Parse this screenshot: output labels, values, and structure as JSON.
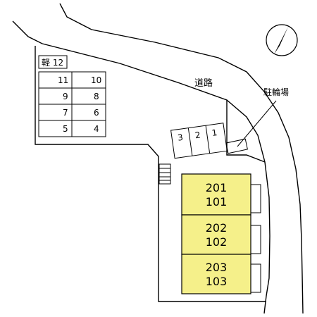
{
  "road_label": "道路",
  "bicycle_parking_label": "駐輪場",
  "compass": {
    "icon": "north-arrow-icon"
  },
  "parking_lot": {
    "light_vehicle_label": "軽 12",
    "spaces": [
      [
        "11",
        "10"
      ],
      [
        "9",
        "8"
      ],
      [
        "7",
        "6"
      ],
      [
        "5",
        "4"
      ]
    ],
    "small_spaces": [
      "3",
      "2",
      "1"
    ]
  },
  "units": [
    {
      "upper": "201",
      "lower": "101"
    },
    {
      "upper": "202",
      "lower": "102"
    },
    {
      "upper": "203",
      "lower": "103"
    }
  ],
  "colors": {
    "line": "#000000",
    "background": "#ffffff",
    "building_fill": "#f5f08a"
  }
}
